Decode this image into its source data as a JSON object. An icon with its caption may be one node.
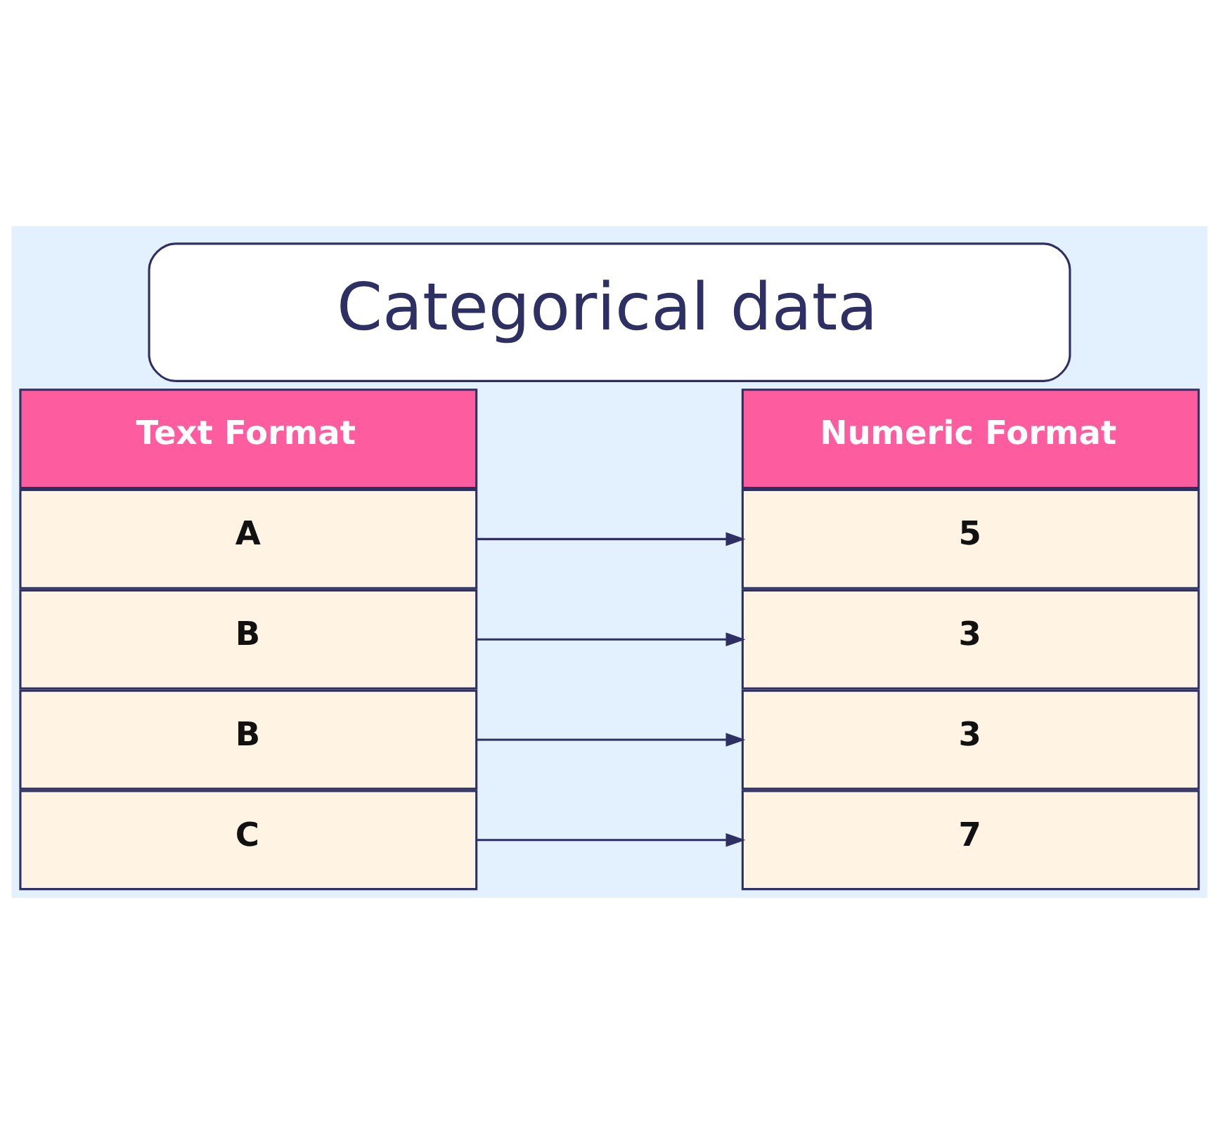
{
  "diagram": {
    "title": "Categorical data",
    "nodes": [
      {
        "text": [
          "Text Format"
        ]
      },
      {
        "text": [
          "A"
        ]
      },
      {
        "text": [
          "B"
        ]
      },
      {
        "text": [
          "B"
        ]
      },
      {
        "text": [
          "C"
        ]
      },
      {
        "text": [
          "Numeric Format"
        ]
      },
      {
        "text": [
          "5"
        ]
      },
      {
        "text": [
          "3"
        ]
      },
      {
        "text": [
          "3"
        ]
      },
      {
        "text": [
          "7"
        ]
      }
    ],
    "edges": [
      {
        "from": 1,
        "to": 6,
        "arrow": "to"
      },
      {
        "from": 2,
        "to": 7,
        "arrow": "to"
      },
      {
        "from": 3,
        "to": 8,
        "arrow": "to"
      },
      {
        "from": 4,
        "to": 9,
        "arrow": "to"
      }
    ]
  }
}
